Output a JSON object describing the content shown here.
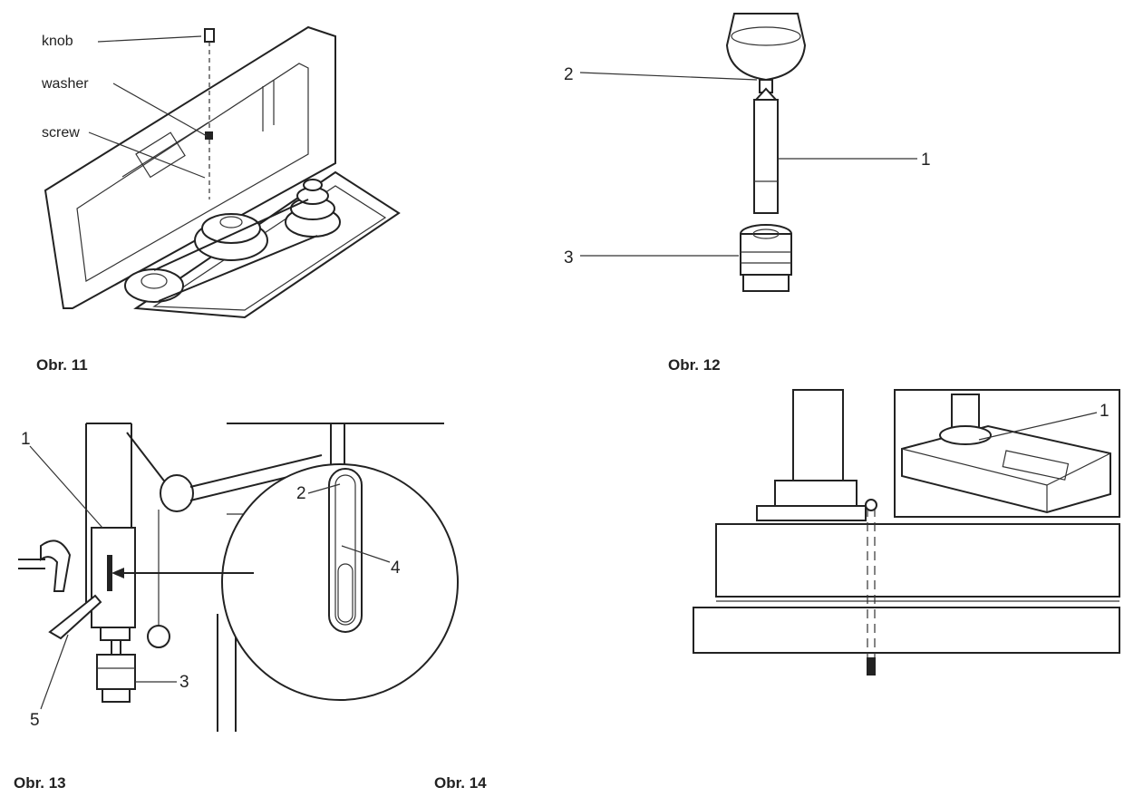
{
  "figures": [
    {
      "id": "fig11",
      "caption": "Obr. 11",
      "labels": [
        "knob",
        "washer",
        "screw"
      ]
    },
    {
      "id": "fig12",
      "caption": "Obr. 12",
      "labels": [
        "2",
        "1",
        "3"
      ]
    },
    {
      "id": "fig13",
      "caption": "Obr. 13",
      "labels": [
        "1",
        "2",
        "4",
        "5",
        "3"
      ]
    },
    {
      "id": "fig14",
      "caption": "Obr. 14",
      "labels": [
        "1"
      ]
    }
  ],
  "colors": {
    "line": "#222222",
    "background": "#ffffff"
  }
}
